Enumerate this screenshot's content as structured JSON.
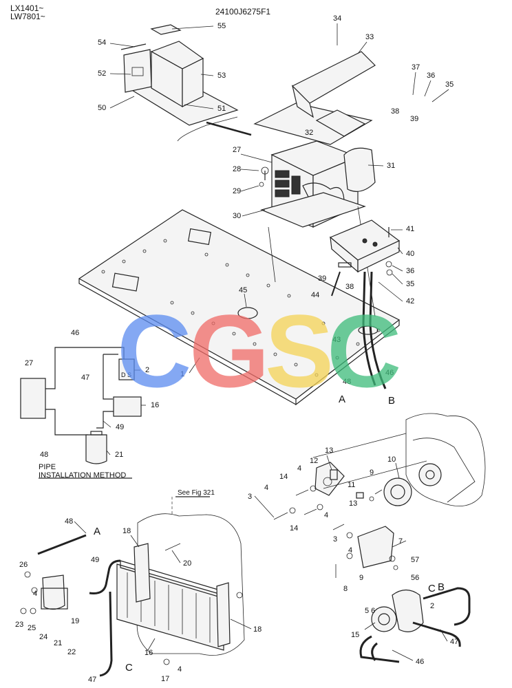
{
  "header": {
    "models": [
      "LX1401~",
      "LW7801~"
    ],
    "part_number": "24100J6275F1"
  },
  "watermark": {
    "letters": [
      {
        "char": "C",
        "color": "#5b8cf0"
      },
      {
        "char": "G",
        "color": "#f06b67"
      },
      {
        "char": "S",
        "color": "#f5d356"
      },
      {
        "char": "C",
        "color": "#3dbb7a"
      }
    ]
  },
  "pipe_method": {
    "line1": "PIPE",
    "line2": "INSTALLATION METHOD",
    "port_label": "D S"
  },
  "see_fig": "See Fig 321",
  "callouts": [
    "55",
    "54",
    "52",
    "53",
    "50",
    "51",
    "34",
    "33",
    "37",
    "36",
    "35",
    "38",
    "39",
    "32",
    "27",
    "28",
    "29",
    "31",
    "30",
    "41",
    "40",
    "36",
    "35",
    "39",
    "38",
    "42",
    "44",
    "45",
    "43",
    "48",
    "46",
    "A",
    "B",
    "1",
    "46",
    "2",
    "27",
    "47",
    "16",
    "49",
    "48",
    "21",
    "13",
    "12",
    "10",
    "14",
    "4",
    "11",
    "9",
    "3",
    "4",
    "13",
    "4",
    "14",
    "3",
    "4",
    "7",
    "57",
    "8",
    "9",
    "56",
    "48",
    "A",
    "18",
    "20",
    "49",
    "26",
    "4",
    "19",
    "23",
    "25",
    "24",
    "21",
    "22",
    "16",
    "17",
    "4",
    "47",
    "C",
    "18",
    "C",
    "B",
    "5 6",
    "2",
    "15",
    "47",
    "46"
  ]
}
